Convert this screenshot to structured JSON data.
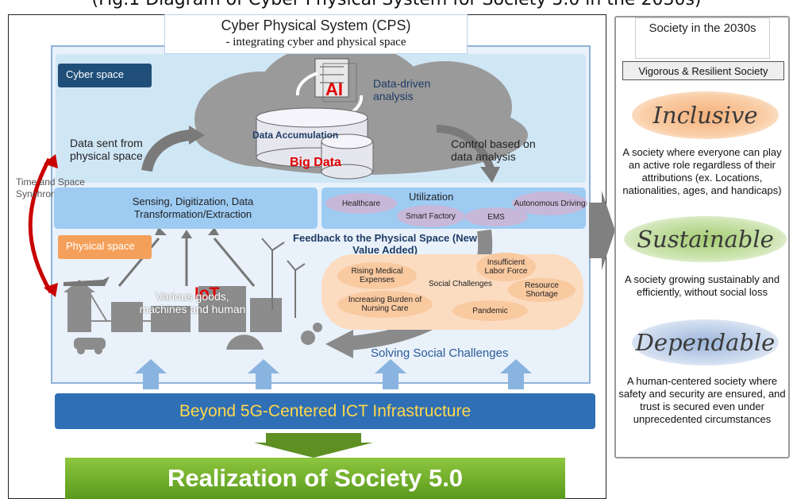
{
  "top_caption": "(Fig.1 Diagram of Cyber Physical System for Society 5.0 in the 2030s)",
  "cps": {
    "title": "Cyber Physical System (CPS)",
    "subtitle": "- integrating cyber and physical space"
  },
  "cyber_space_label": "Cyber space",
  "physical_space_label": "Physical space",
  "ai_label": "AI",
  "data_driven": "Data-driven analysis",
  "data_accumulation": "Data Accumulation",
  "big_data": "Big Data",
  "data_sent": "Data sent from physical space",
  "control_based": "Control based on data analysis",
  "time_space": "Time and Space Synchronization",
  "sensing_band": "Sensing, Digitization, Data Transformation/Extraction",
  "utilization": {
    "label": "Utilization",
    "items": [
      "Healthcare",
      "Smart Factory",
      "EMS",
      "Autonomous Driving"
    ]
  },
  "feedback": "Feedback to the Physical Space (New Value Added)",
  "iot": "IoT",
  "various_goods": "Various goods, machines and human",
  "social_challenges": {
    "center": "Social Challenges",
    "items": [
      "Rising Medical Expenses",
      "Insufficient Labor Force",
      "Increasing Burden of Nursing Care",
      "Resource Shortage",
      "Pandemic"
    ]
  },
  "solving": "Solving Social Challenges",
  "infrastructure": "Beyond 5G-Centered ICT Infrastructure",
  "realization": "Realization of Society 5.0",
  "society": {
    "title": "Society in the 2030s",
    "vigorous": "Vigorous & Resilient Society",
    "values": [
      {
        "name": "Inclusive",
        "desc": "A society where everyone can play an active role regardless of their attributions (ex. Locations, nationalities, ages, and handicaps)",
        "color": "#f4a86a"
      },
      {
        "name": "Sustainable",
        "desc": "A society growing sustainably and efficiently, without social loss",
        "color": "#a9cf7c"
      },
      {
        "name": "Dependable",
        "desc": "A human-centered society where safety and security are ensured, and trust is secured even under unprecedented circumstances",
        "color": "#9eb7dc"
      }
    ]
  }
}
